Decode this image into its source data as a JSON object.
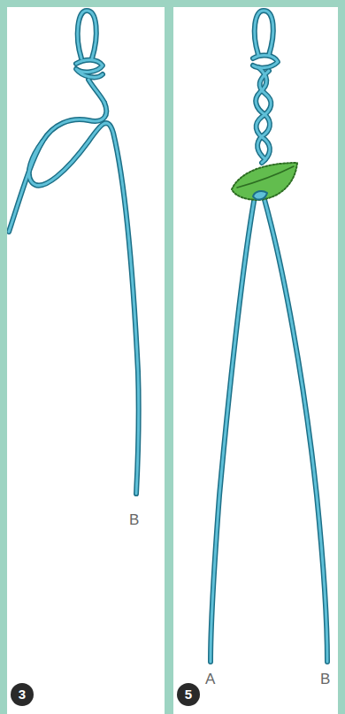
{
  "diagram": {
    "labels": [
      "B",
      "3",
      "A",
      "B",
      "5"
    ]
  }
}
